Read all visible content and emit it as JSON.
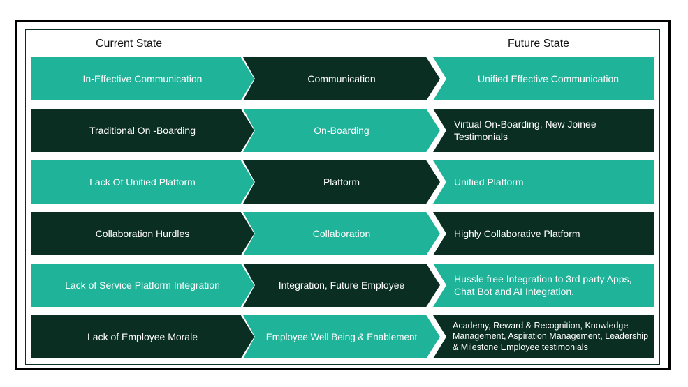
{
  "headers": {
    "current": "Current State",
    "future": "Future State"
  },
  "colors": {
    "teal": "#1fb399",
    "dark": "#0b2e22"
  },
  "rows": [
    {
      "current": "In-Effective Communication",
      "area": "Communication",
      "future": "Unified Effective Communication",
      "left_color": "teal",
      "mid_color": "dark"
    },
    {
      "current": "Traditional On -Boarding",
      "area": "On-Boarding",
      "future": "Virtual On-Boarding, New Joinee Testimonials",
      "left_color": "dark",
      "mid_color": "teal"
    },
    {
      "current": "Lack Of Unified Platform",
      "area": "Platform",
      "future": "Unified Platform",
      "left_color": "teal",
      "mid_color": "dark"
    },
    {
      "current": "Collaboration Hurdles",
      "area": "Collaboration",
      "future": "Highly Collaborative Platform",
      "left_color": "dark",
      "mid_color": "teal"
    },
    {
      "current": "Lack of Service Platform Integration",
      "area": "Integration, Future Employee",
      "future": "Hussle free Integration to 3rd party Apps, Chat Bot and AI Integration.",
      "left_color": "teal",
      "mid_color": "dark"
    },
    {
      "current": "Lack of Employee Morale",
      "area": "Employee Well Being & Enablement",
      "future": "Academy, Reward & Recognition, Knowledge Management, Aspiration Management, Leadership & Milestone Employee testimonials",
      "left_color": "dark",
      "mid_color": "teal"
    }
  ]
}
